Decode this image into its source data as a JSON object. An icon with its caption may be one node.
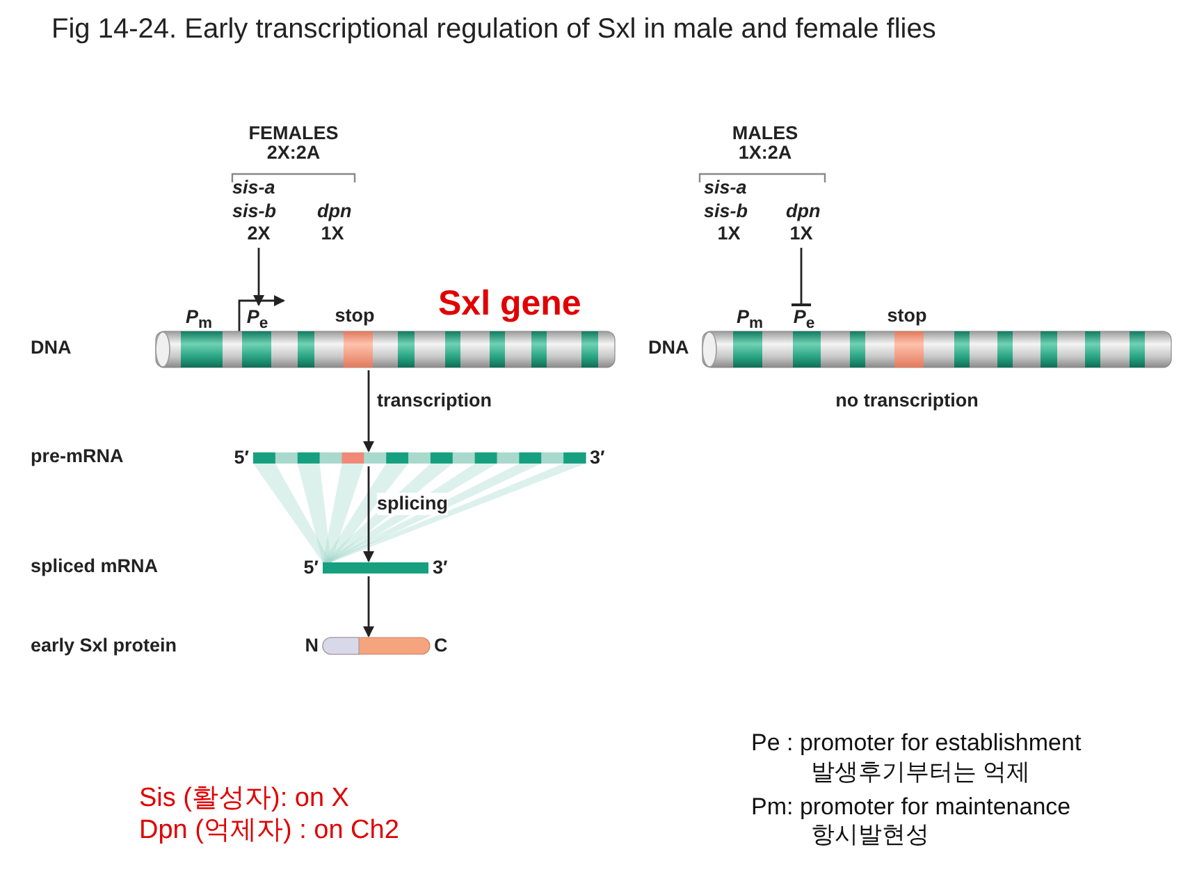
{
  "diagram": {
    "title": "Fig 14-24. Early transcriptional regulation of Sxl in male and female flies",
    "nodes": [
      {
        "text": [
          "2X"
        ]
      },
      {
        "text": [
          "*P*$_{e}$"
        ]
      },
      {
        "text": [],
        "shape": "bar"
      },
      {
        "text": [],
        "shape": "bar",
        "beside": [
          "5′",
          "3′"
        ]
      },
      {
        "text": [],
        "shape": "bar",
        "beside": [
          "5′",
          "3′"
        ]
      },
      {
        "text": [],
        "shape": "bar",
        "beside": [
          "N",
          "C"
        ]
      },
      {
        "text": [
          "1X"
        ]
      },
      {
        "text": [
          "*P*$_{e}$"
        ]
      },
      {
        "text": [],
        "shape": "bar"
      }
    ],
    "edges": [
      {
        "from": 0,
        "to": 1,
        "arrow": "to"
      },
      {
        "from": 2,
        "to": 3,
        "arrow": "to",
        "label": "transcription"
      },
      {
        "from": 3,
        "to": 4,
        "arrow": "to",
        "label": "splicing"
      },
      {
        "from": 4,
        "to": 5,
        "arrow": "to"
      },
      {
        "from": 6,
        "to": 7,
        "arrow": "other"
      }
    ],
    "labels": [
      "FEMALES",
      "2X:2A",
      "sis-a",
      "sis-b",
      "dpn",
      "1X",
      "MALES",
      "1X:2A",
      "sis-a",
      "sis-b",
      "dpn",
      "1X",
      "*P*$_{m}$",
      "stop",
      "Sxl gene",
      "DNA",
      "*P*$_{m}$",
      "stop",
      "DNA",
      "no transcription",
      "pre-mRNA",
      "spliced mRNA",
      "early Sxl protein",
      "Pe : promoter for establishment",
      "발생후기부터는 억제",
      "Sis (활성자): on X",
      "Dpn (억제자) : on Ch2",
      "Pm: promoter for maintenance",
      "항시발현성"
    ]
  }
}
